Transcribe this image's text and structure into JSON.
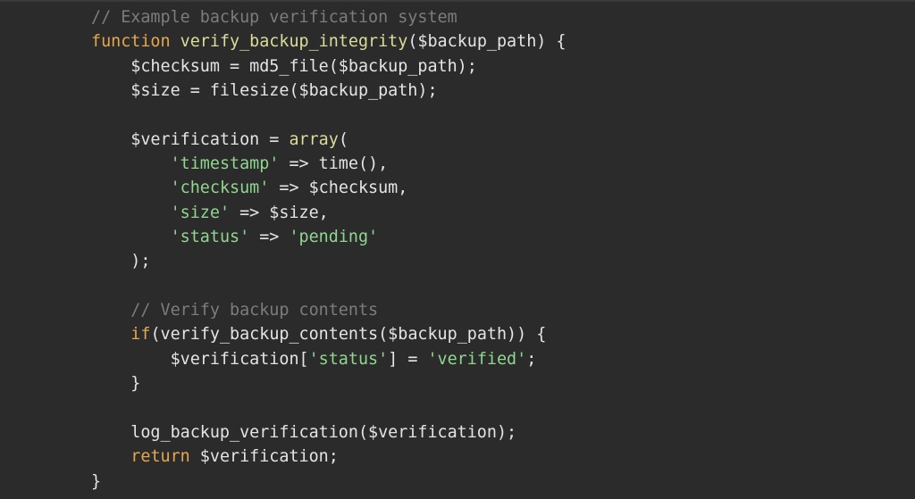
{
  "colors": {
    "background": "#2b2b2b",
    "comment": "#7c7c7c",
    "keyword": "#e3a84e",
    "function": "#dcdc9a",
    "string": "#8fd68f",
    "plain": "#e4e4e4"
  },
  "code": {
    "language": "php",
    "lines": [
      [
        [
          "comment",
          "// Example backup verification system"
        ]
      ],
      [
        [
          "keyword",
          "function"
        ],
        [
          "plain",
          " "
        ],
        [
          "func",
          "verify_backup_integrity"
        ],
        [
          "plain",
          "($backup_path) {"
        ]
      ],
      [
        [
          "plain",
          "    $checksum = md5_file($backup_path);"
        ]
      ],
      [
        [
          "plain",
          "    $size = filesize($backup_path);"
        ]
      ],
      [],
      [
        [
          "plain",
          "    $verification = "
        ],
        [
          "func",
          "array"
        ],
        [
          "plain",
          "("
        ]
      ],
      [
        [
          "plain",
          "        "
        ],
        [
          "string",
          "'timestamp'"
        ],
        [
          "plain",
          " => time(),"
        ]
      ],
      [
        [
          "plain",
          "        "
        ],
        [
          "string",
          "'checksum'"
        ],
        [
          "plain",
          " => $checksum,"
        ]
      ],
      [
        [
          "plain",
          "        "
        ],
        [
          "string",
          "'size'"
        ],
        [
          "plain",
          " => $size,"
        ]
      ],
      [
        [
          "plain",
          "        "
        ],
        [
          "string",
          "'status'"
        ],
        [
          "plain",
          " => "
        ],
        [
          "string",
          "'pending'"
        ]
      ],
      [
        [
          "plain",
          "    );"
        ]
      ],
      [],
      [
        [
          "plain",
          "    "
        ],
        [
          "comment",
          "// Verify backup contents"
        ]
      ],
      [
        [
          "plain",
          "    "
        ],
        [
          "keyword",
          "if"
        ],
        [
          "plain",
          "(verify_backup_contents($backup_path)) {"
        ]
      ],
      [
        [
          "plain",
          "        $verification["
        ],
        [
          "string",
          "'status'"
        ],
        [
          "plain",
          "] = "
        ],
        [
          "string",
          "'verified'"
        ],
        [
          "plain",
          ";"
        ]
      ],
      [
        [
          "plain",
          "    }"
        ]
      ],
      [],
      [
        [
          "plain",
          "    log_backup_verification($verification);"
        ]
      ],
      [
        [
          "plain",
          "    "
        ],
        [
          "keyword",
          "return"
        ],
        [
          "plain",
          " $verification;"
        ]
      ],
      [
        [
          "plain",
          "}"
        ]
      ]
    ]
  }
}
